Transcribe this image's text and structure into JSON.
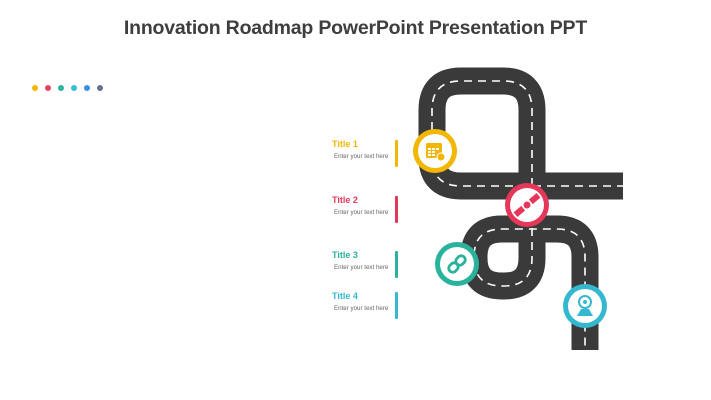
{
  "header": {
    "title": "Innovation Roadmap PowerPoint Presentation PPT"
  },
  "palette_dots": [
    {
      "color": "#f2b705"
    },
    {
      "color": "#e94560"
    },
    {
      "color": "#2cb59a"
    },
    {
      "color": "#36c0d3"
    },
    {
      "color": "#3a8fe0"
    },
    {
      "color": "#6b6f8e"
    }
  ],
  "steps": [
    {
      "title": "Title 1",
      "text": "Enter your text here",
      "color": "#f2b705",
      "icon": "calendar-icon"
    },
    {
      "title": "Title 2",
      "text": "Enter your text here",
      "color": "#e5375a",
      "icon": "satellite-icon"
    },
    {
      "title": "Title 3",
      "text": "Enter your text here",
      "color": "#2ab39c",
      "icon": "link-icon"
    },
    {
      "title": "Title 4",
      "text": "Enter your text here",
      "color": "#34b8cf",
      "icon": "webcam-icon"
    }
  ],
  "road": {
    "color": "#3a3a3a",
    "marking_color": "#ffffff"
  }
}
